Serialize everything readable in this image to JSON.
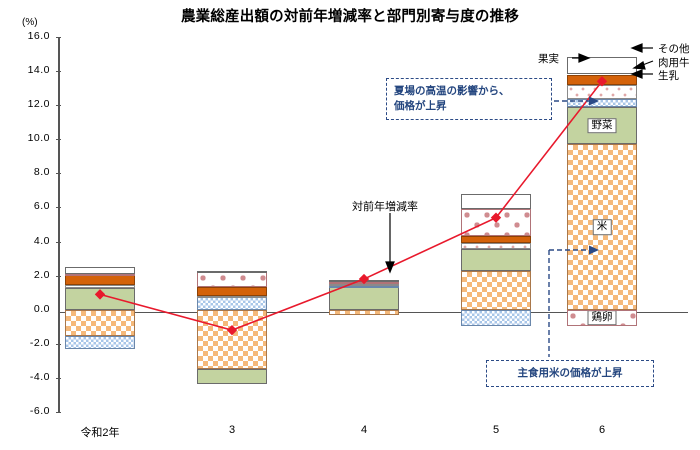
{
  "title": "農業総産出額の対前年増減率と部門別寄与度の推移",
  "unit": "(%)",
  "axis": {
    "yticks": [
      "16.0",
      "14.0",
      "12.0",
      "10.0",
      "8.0",
      "6.0",
      "4.0",
      "2.0",
      "0.0",
      "-2.0",
      "-4.0",
      "-6.0"
    ],
    "ymin": -6.0,
    "ymax": 16.0,
    "ystep": 2.0,
    "xlabels": [
      "令和2年",
      "3",
      "4",
      "5",
      "6"
    ]
  },
  "annotations": {
    "rate_label": "対前年増減率",
    "summer_note": "夏場の高温の影響から、\n価格が上昇",
    "rice_note": "主食用米の価格が上昇"
  },
  "series_labels": {
    "other": "その他",
    "beef": "肉用牛",
    "milk": "生乳",
    "fruit": "果実",
    "vegetable": "野菜",
    "rice": "米",
    "egg": "鶏卵"
  },
  "chart_data": {
    "type": "bar",
    "title": "農業総産出額の対前年増減率と部門別寄与度の推移",
    "xlabel": "",
    "ylabel": "(%)",
    "ylim": [
      -6.0,
      16.0
    ],
    "grid": false,
    "legend": "inline-labels",
    "categories": [
      "令和2年",
      "3",
      "4",
      "5",
      "6"
    ],
    "stacked": true,
    "series": [
      {
        "name": "米",
        "key": "rice",
        "values": [
          -1.55,
          -3.45,
          -0.3,
          2.3,
          9.7
        ]
      },
      {
        "name": "野菜",
        "key": "vegetable",
        "values": [
          1.3,
          -0.9,
          1.35,
          1.25,
          2.2
        ]
      },
      {
        "name": "果実",
        "key": "fruit",
        "values": [
          -0.75,
          0.75,
          0.05,
          -0.95,
          0.45
        ]
      },
      {
        "name": "生乳",
        "key": "milk",
        "values": [
          0.18,
          0.05,
          0.1,
          0.35,
          0.85
        ]
      },
      {
        "name": "肉用牛",
        "key": "beef",
        "values": [
          0.55,
          0.55,
          0.1,
          0.45,
          0.6
        ]
      },
      {
        "name": "鶏卵",
        "key": "egg",
        "values": [
          0.05,
          0.85,
          0.05,
          1.55,
          -0.95
        ]
      },
      {
        "name": "その他",
        "key": "other",
        "values": [
          0.45,
          0.1,
          0.1,
          0.9,
          1.05
        ]
      }
    ],
    "line": {
      "name": "対前年増減率",
      "color": "#e8192c",
      "marker": "diamond",
      "values": [
        0.9,
        -1.2,
        1.8,
        5.4,
        13.4
      ]
    }
  }
}
